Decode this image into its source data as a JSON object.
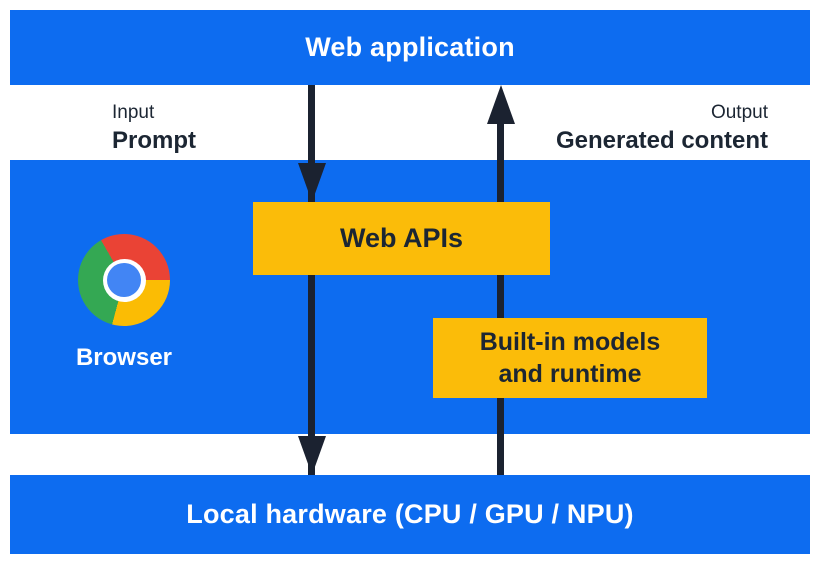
{
  "diagram": {
    "kind": "architecture-flow",
    "top_bar": {
      "label": "Web application"
    },
    "flow_labels": {
      "input_caption": "Input",
      "input_value": "Prompt",
      "output_caption": "Output",
      "output_value": "Generated content"
    },
    "browser_band": {
      "browser_label": "Browser",
      "logo_icon": "chrome-logo",
      "web_apis_label": "Web APIs",
      "builtin_models_line1": "Built-in models",
      "builtin_models_line2": "and runtime"
    },
    "bottom_bar": {
      "label": "Local hardware (CPU / GPU / NPU)"
    },
    "arrows": {
      "down_flow": "web-application-to-local-hardware",
      "up_flow": "local-hardware-to-web-application"
    },
    "colors": {
      "band_blue": "#0d6cf0",
      "box_yellow": "#fbbc09",
      "ink_navy": "#1b2230",
      "text_white": "#ffffff",
      "chrome_red": "#ea4335",
      "chrome_yellow": "#fbbc04",
      "chrome_green": "#34a853",
      "chrome_blue": "#4285f4"
    }
  }
}
